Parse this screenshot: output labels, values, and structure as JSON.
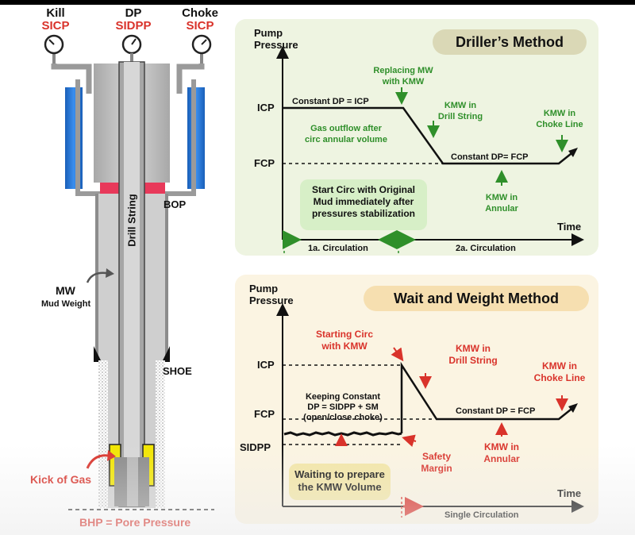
{
  "well": {
    "kill_label": "Kill",
    "kill_value": "SICP",
    "dp_label": "DP",
    "dp_value": "SIDPP",
    "choke_label": "Choke",
    "choke_value": "SICP",
    "bop_label": "BOP",
    "drill_string_label": "Drill String",
    "mw_label": "MW",
    "mud_weight_label": "Mud Weight",
    "shoe_label": "SHOE",
    "kick_label": "Kick of Gas",
    "bhp_label": "BHP = Pore Pressure"
  },
  "drillers": {
    "title": "Driller’s Method",
    "y_axis_label_1": "Pump",
    "y_axis_label_2": "Pressure",
    "x_axis_label": "Time",
    "icp_label": "ICP",
    "fcp_label": "FCP",
    "constant_dp_icp": "Constant DP = ICP",
    "replacing_mw_1": "Replacing MW",
    "replacing_mw_2": "with KMW",
    "gas_outflow_1": "Gas outflow after",
    "gas_outflow_2": "circ annular volume",
    "kmw_drill_string_1": "KMW in",
    "kmw_drill_string_2": "Drill String",
    "kmw_choke_1": "KMW in",
    "kmw_choke_2": "Choke Line",
    "constant_dp_fcp": "Constant DP= FCP",
    "kmw_annular_1": "KMW in",
    "kmw_annular_2": "Annular",
    "note_1": "Start Circ with Original",
    "note_2": "Mud immediately after",
    "note_3": "pressures stabilization",
    "circ_1": "1a. Circulation",
    "circ_2": "2a. Circulation"
  },
  "wait_weight": {
    "title": "Wait and Weight Method",
    "y_axis_label_1": "Pump",
    "y_axis_label_2": "Pressure",
    "x_axis_label": "Time",
    "icp_label": "ICP",
    "fcp_label": "FCP",
    "sidpp_label": "SIDPP",
    "starting_circ_1": "Starting Circ",
    "starting_circ_2": "with KMW",
    "kmw_drill_string_1": "KMW in",
    "kmw_drill_string_2": "Drill String",
    "kmw_choke_1": "KMW in",
    "kmw_choke_2": "Choke Line",
    "keeping_1": "Keeping Constant",
    "keeping_2": "DP = SIDPP + SM",
    "keeping_3": "(open/close choke)",
    "constant_dp_fcp": "Constant DP = FCP",
    "safety_1": "Safety",
    "safety_2": "Margin",
    "kmw_annular_1": "KMW in",
    "kmw_annular_2": "Annular",
    "note_1": "Waiting to prepare",
    "note_2": "the KMW Volume",
    "single_circ": "Single Circulation"
  },
  "colors": {
    "red": "#d9332b",
    "green": "#2f8f2a",
    "well_grey": "#bdbdbd",
    "riser_blue": "#1f6fd0",
    "bop_red": "#e8395a",
    "kick_yellow": "#f2e600",
    "panel_green": "#eef4e1",
    "panel_yellow": "#fbf4e2"
  }
}
